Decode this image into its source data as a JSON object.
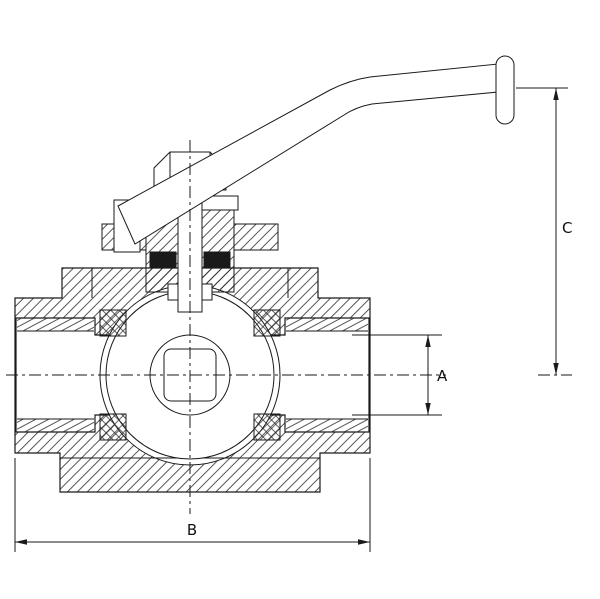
{
  "figure": {
    "type": "ball-valve-cross-section-drawing",
    "background": "#ffffff",
    "line_color": "#1a1a1a",
    "dimensions": {
      "a_label": "A",
      "b_label": "B",
      "c_label": "C"
    }
  }
}
